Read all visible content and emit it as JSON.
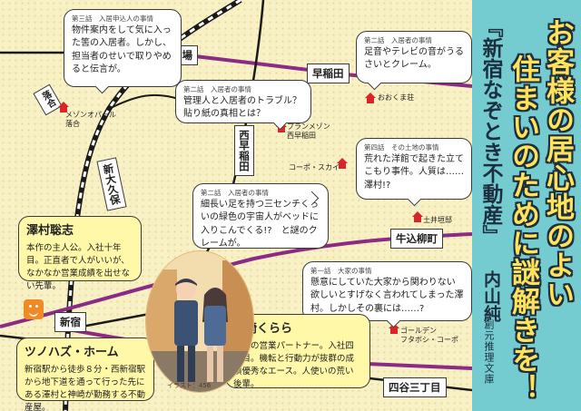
{
  "cover": {
    "catch_line_1": "お客様の居心地のよい",
    "catch_line_2": "住まいのために謎解きを！",
    "title": "『新宿なぞとき不動産』",
    "author": "内山純",
    "label": "創元推理文庫"
  },
  "colors": {
    "panel": "#74cbd0",
    "map_bg": "#f8f1c6",
    "rail_purple": "#8b2b86",
    "rail_black": "#1a1a1a",
    "building_marker": "#d9252a",
    "profile_bg": "#fff8a8"
  },
  "stations": {
    "takadanobaba": "高田馬場",
    "waseda": "早稲田",
    "nishiwaseda": "西早稲田",
    "shinokubo": "新大久保",
    "ushigome_yanagicho": "牛込柳町",
    "shinjuku": "新宿",
    "yotsuya_sanchome": "四谷三丁目"
  },
  "buildings": {
    "maison_opal": "メゾンオパール\n落合",
    "ookuma_so": "おおくま荘",
    "plan_maison": "プランメゾン\n西早稲田",
    "corpo_sky": "コーポ・スカイ",
    "doigaki_tei": "土井垣邸",
    "golden_futaboshi": "ゴールデン\nフタボシ・コーポ"
  },
  "episodes": {
    "ep3": {
      "header": "第三話　入居申込人の事情",
      "text": "物件案内をして気に入った筈の入居者。しかし、担当者のせいで取りやめると伝言が。"
    },
    "ep2a": {
      "header": "第二話　入居者の事情",
      "text": "足音やテレビの音がうるさいとクレーム。"
    },
    "ep2b": {
      "header": "第二話　入居者の事情",
      "text": "管理人と入居者のトラブル？貼り紙の真相とは？"
    },
    "ep4": {
      "header": "第四話　その土地の事情",
      "text": "荒れた洋館で起きた立てこもり事件。人質は……澤村!?"
    },
    "ep2c": {
      "header": "第二話　入居者の事情",
      "text": "細長い足を持つ三センチくらいの緑色の宇宙人がベッドに入りこんでくる!?　と謎のクレームが。"
    },
    "ep1": {
      "header": "第一話　大家の事情",
      "text": "懸意にしていた大家から関わりない欲しいとすげなく言われてしまった澤村。しかしその裏には……?"
    }
  },
  "characters": {
    "sawamura": {
      "name": "澤村聡志",
      "desc": "本作の主人公。入社十年目。正直者で人がいいが、なかなか営業成績を出せない先輩。"
    },
    "kanzaki": {
      "name": "神崎くらら",
      "desc": "澤村の営業パートナー。入社四年目。機転と行動力が抜群の成績優秀なエース。人使いの荒い後輩。"
    }
  },
  "company": {
    "name": "ツノハズ・ホーム",
    "desc": "新宿駅から徒歩８分・西新宿駅から地下道を通って行った先にある澤村と神崎が勤務する不動産屋。"
  },
  "illustration": {
    "credit": "イラスト：456"
  }
}
